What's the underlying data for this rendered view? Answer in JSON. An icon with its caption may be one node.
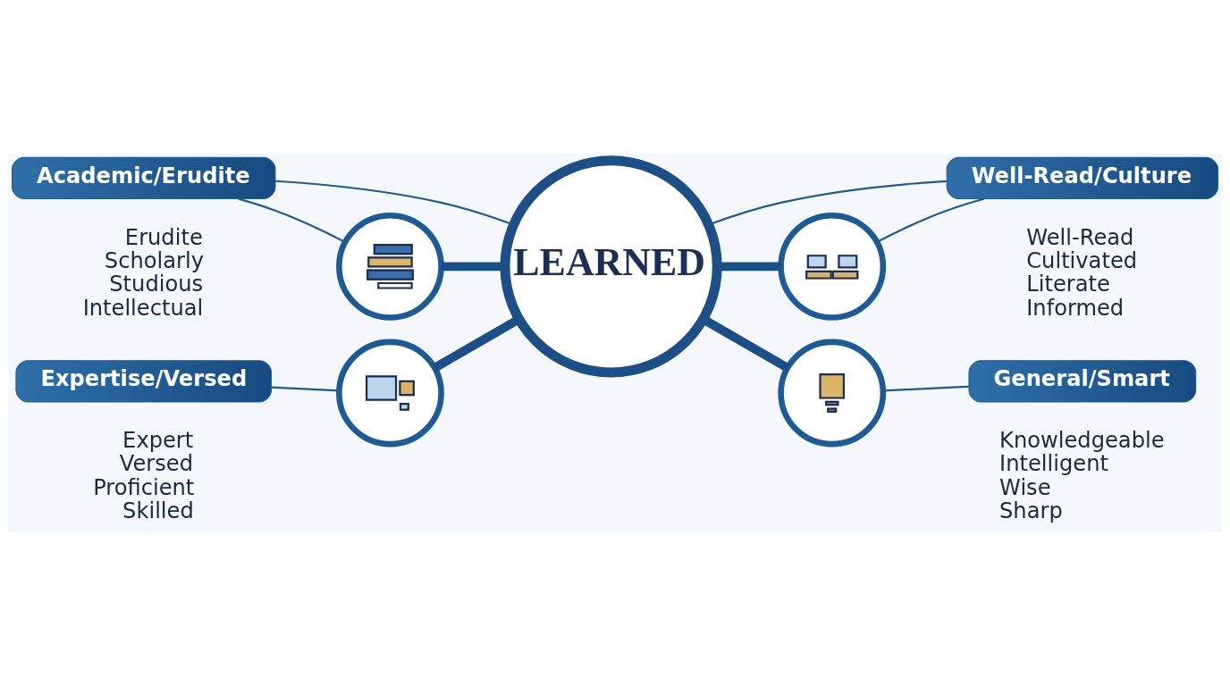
{
  "diagram": {
    "nodes": [
      {
        "text": [
          "Academic/Erudite"
        ]
      },
      {
        "text": [],
        "shape": "picture",
        "beside": [
          "Erudite",
          "Scholarly",
          "Studious",
          "Intellectual"
        ]
      },
      {
        "text": [
          "Well-Read/Culture"
        ]
      },
      {
        "text": [],
        "shape": "picture",
        "beside": [
          "Well-Read",
          "Cultivated",
          "Literate",
          "Informed"
        ]
      },
      {
        "text": [
          "LEARNED"
        ]
      },
      {
        "text": [
          "Expertise/Versed"
        ]
      },
      {
        "text": [],
        "shape": "picture",
        "beside": [
          "Expert",
          "Versed",
          "Proficient",
          "Skilled"
        ]
      },
      {
        "text": [
          "General/Smart"
        ]
      },
      {
        "text": [],
        "shape": "picture",
        "beside": [
          "Knowledgeable",
          "Intelligent",
          "Wise",
          "Sharp"
        ]
      }
    ],
    "edges": [
      {
        "from": 0,
        "to": 1,
        "arrow": "none"
      },
      {
        "from": 0,
        "to": 4,
        "arrow": "none"
      },
      {
        "from": 1,
        "to": 4,
        "arrow": "none",
        "style": "thick"
      },
      {
        "from": 4,
        "to": 2,
        "arrow": "none"
      },
      {
        "from": 3,
        "to": 2,
        "arrow": "none"
      },
      {
        "from": 4,
        "to": 3,
        "arrow": "none",
        "style": "thick"
      },
      {
        "from": 5,
        "to": 6,
        "arrow": "none"
      },
      {
        "from": 6,
        "to": 4,
        "arrow": "none",
        "style": "thick"
      },
      {
        "from": 4,
        "to": 8,
        "arrow": "none",
        "style": "thick"
      },
      {
        "from": 8,
        "to": 7,
        "arrow": "none"
      }
    ]
  }
}
